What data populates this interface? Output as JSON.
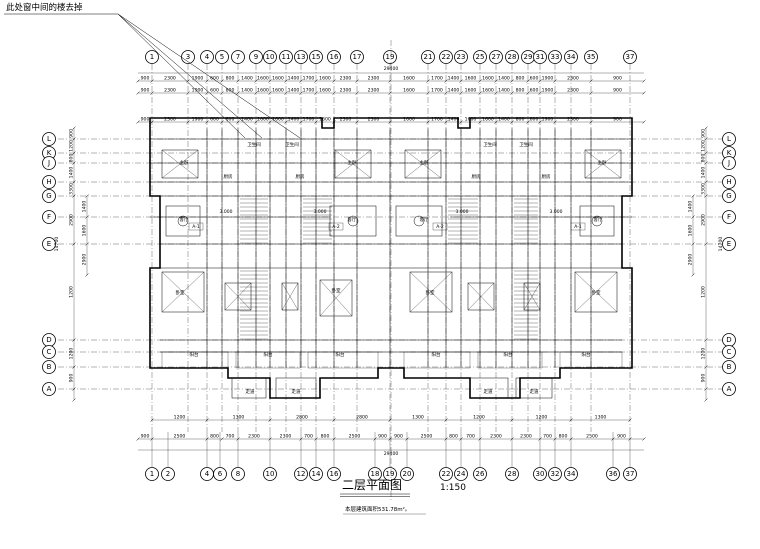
{
  "callout": {
    "text": "此处窗中间的楼去掉"
  },
  "drawing": {
    "title": "二层平面图",
    "scale": "1:150",
    "area_note": "本层建筑面积531.78m²。"
  },
  "grid_top": [
    "1",
    "3",
    "4",
    "5",
    "7",
    "9",
    "10",
    "11",
    "13",
    "15",
    "16",
    "17",
    "19",
    "21",
    "22",
    "23",
    "25",
    "27",
    "28",
    "29",
    "31",
    "33",
    "34",
    "35",
    "37"
  ],
  "grid_bottom": [
    "1",
    "2",
    "4",
    "6",
    "8",
    "10",
    "12",
    "14",
    "16",
    "18",
    "19",
    "20",
    "22",
    "24",
    "26",
    "28",
    "30",
    "32",
    "34",
    "36",
    "37"
  ],
  "grid_left": [
    "L",
    "K",
    "J",
    "H",
    "G",
    "F",
    "E",
    "D",
    "C",
    "B",
    "A"
  ],
  "grid_right": [
    "L",
    "K",
    "J",
    "H",
    "G",
    "F",
    "E",
    "D",
    "C",
    "B",
    "A"
  ],
  "dims": {
    "top_total": "29400",
    "top_row1": [
      "900",
      "2300",
      "1900",
      "600",
      "800",
      "1400",
      "1600",
      "1600",
      "1400",
      "1700",
      "1600",
      "2300",
      "2300",
      "1600",
      "1700",
      "1400",
      "1600",
      "1600",
      "1400",
      "800",
      "600",
      "1900",
      "2300",
      "900"
    ],
    "bottom_total": "29400",
    "bottom_row1": [
      "900",
      "2500",
      "800",
      "700",
      "2300",
      "2300",
      "700",
      "800",
      "2500",
      "900",
      "900",
      "2500",
      "800",
      "700",
      "2300",
      "2300",
      "700",
      "800",
      "2500",
      "900"
    ],
    "bottom_row2": [
      "1200",
      "1300",
      "2800",
      "2800",
      "1300",
      "1200"
    ],
    "left_col": [
      "900",
      "1200",
      "800",
      "1400",
      "3300",
      "2900",
      "1200",
      "1200",
      "900"
    ],
    "left_total": "14700",
    "right_col": [
      "900",
      "1200",
      "800",
      "1400",
      "3300",
      "2900",
      "1200",
      "1200",
      "900"
    ],
    "right_total": "14700"
  },
  "rooms": {
    "living": "客厅",
    "bedroom": "卧室",
    "master": "主卧",
    "kitchen": "厨房",
    "toilet": "卫生间",
    "balcony": "阳台",
    "stair": "楼梯",
    "corridor": "走道",
    "elev": "3.000",
    "unit_tags": [
      "A-1",
      "A-2",
      "A-2",
      "A-1"
    ]
  }
}
